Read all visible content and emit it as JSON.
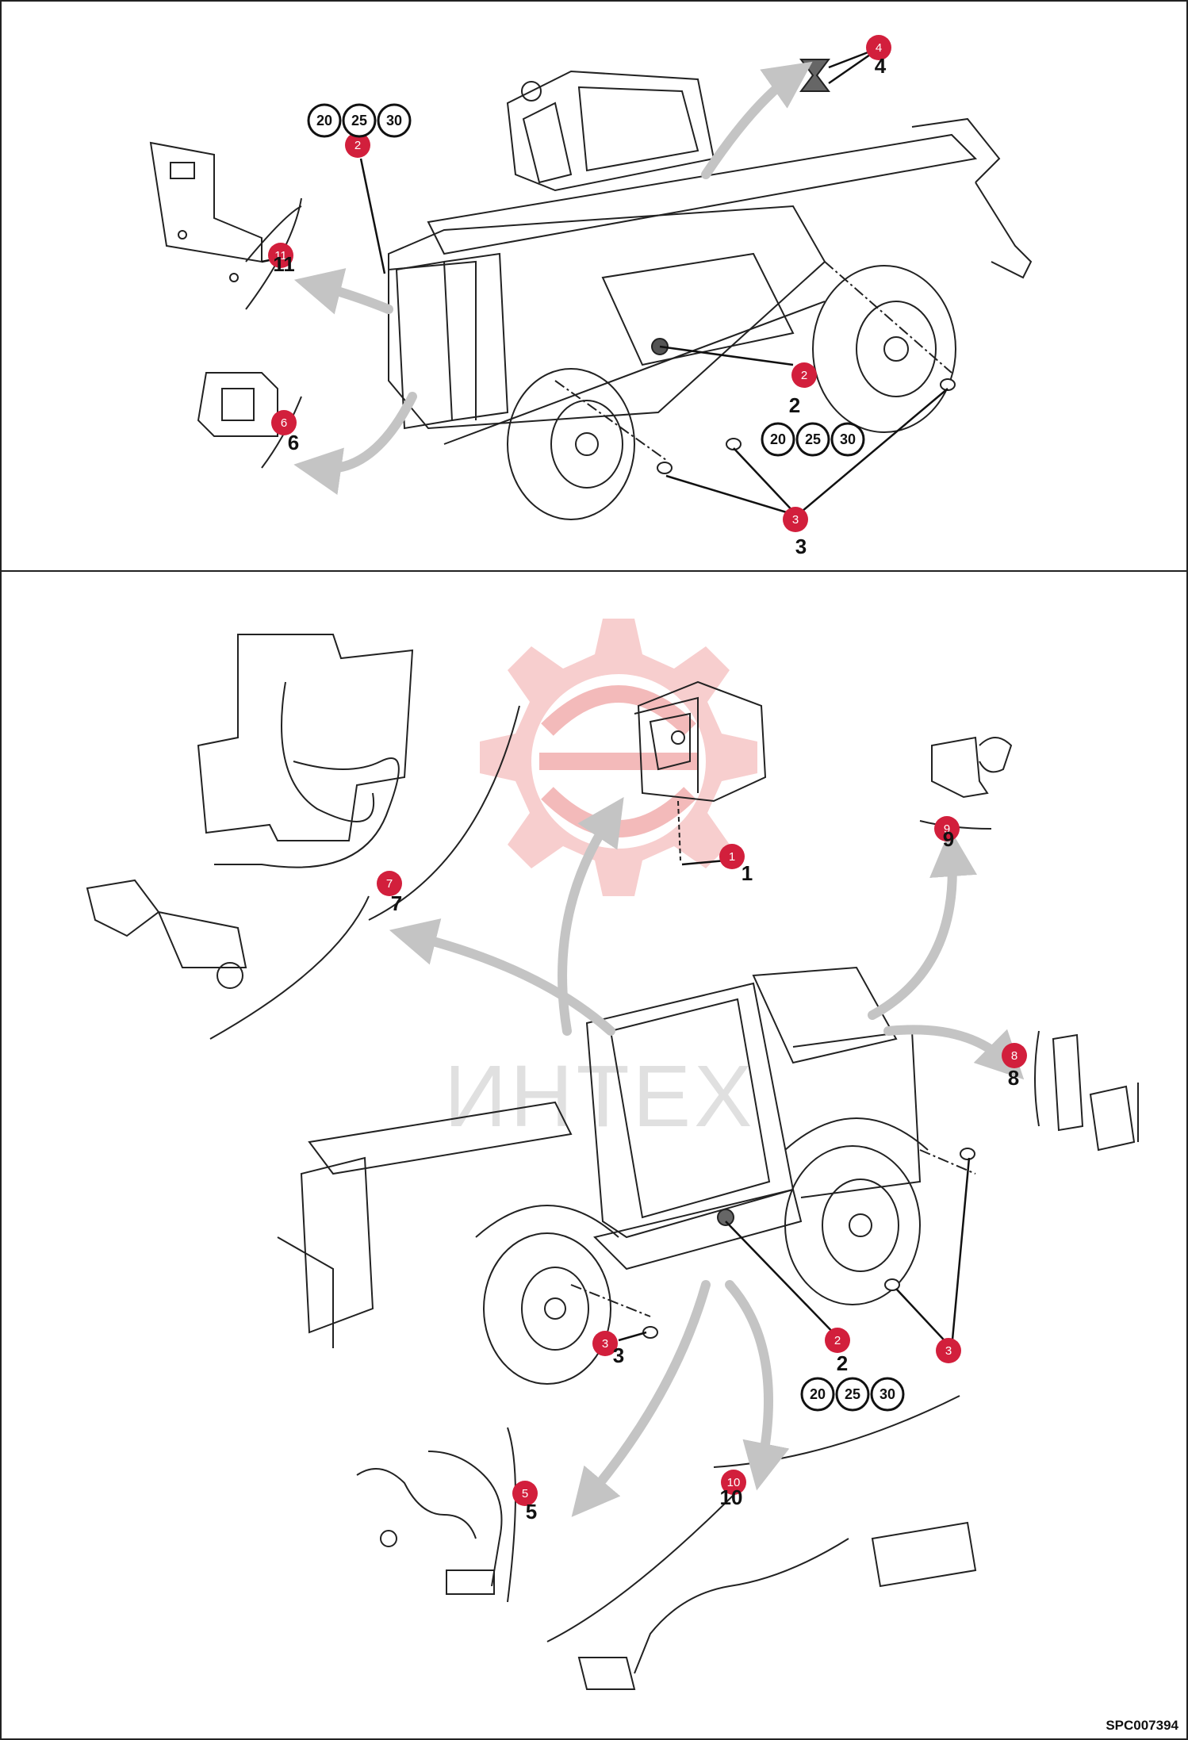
{
  "drawing_code": "SPC007394",
  "watermark": "ИНТЕХ",
  "accent_color": "#d21f3c",
  "callouts": [
    {
      "id": "c4",
      "badge": "4",
      "label": "4"
    },
    {
      "id": "c2a",
      "badge": "2",
      "label": ""
    },
    {
      "id": "c11",
      "badge": "11",
      "label": "11"
    },
    {
      "id": "c2b",
      "badge": "2",
      "label": "2"
    },
    {
      "id": "c6",
      "badge": "6",
      "label": "6"
    },
    {
      "id": "c3a",
      "badge": "3",
      "label": "3"
    },
    {
      "id": "c1",
      "badge": "1",
      "label": "1"
    },
    {
      "id": "c9",
      "badge": "9",
      "label": "9"
    },
    {
      "id": "c7",
      "badge": "7",
      "label": "7"
    },
    {
      "id": "c8",
      "badge": "8",
      "label": "8"
    },
    {
      "id": "c3b",
      "badge": "3",
      "label": "3"
    },
    {
      "id": "c2c",
      "badge": "2",
      "label": "2"
    },
    {
      "id": "c3c",
      "badge": "3",
      "label": ""
    },
    {
      "id": "c5",
      "badge": "5",
      "label": "5"
    },
    {
      "id": "c10",
      "badge": "10",
      "label": "10"
    }
  ],
  "variant_groups": [
    {
      "id": "v1",
      "values": [
        "20",
        "25",
        "30"
      ]
    },
    {
      "id": "v2",
      "values": [
        "20",
        "25",
        "30"
      ]
    },
    {
      "id": "v3",
      "values": [
        "20",
        "25",
        "30"
      ]
    }
  ]
}
